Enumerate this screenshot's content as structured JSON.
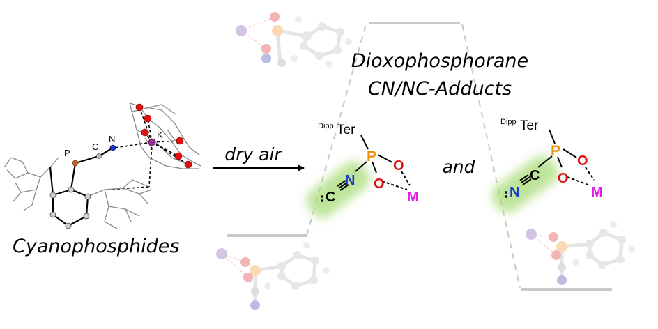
{
  "labels": {
    "left_title": "Cyanophosphides",
    "arrow_label": "dry air",
    "right_title_line1": "Dioxophosphorane",
    "right_title_line2": "CN/NC-Adducts",
    "conjunction": "and"
  },
  "crystal_atoms": {
    "P": "P",
    "C": "C",
    "N": "N",
    "K": "K"
  },
  "adduct_nc": {
    "ter_super": "Dipp",
    "ter": "Ter",
    "P": "P",
    "O1": "O",
    "O2": "O",
    "M": "M",
    "N": "N",
    "C": "C"
  },
  "adduct_cn": {
    "ter_super": "Dipp",
    "ter": "Ter",
    "P": "P",
    "O1": "O",
    "O2": "O",
    "M": "M",
    "C": "C",
    "N": "N"
  },
  "colors": {
    "phosphorus": "#f0900a",
    "oxygen": "#e01010",
    "nitrogen": "#1a3ccc",
    "metal": "#e020e0",
    "highlight": "#a8dc78",
    "potassium_atom": "#9b2c9b",
    "level_line": "#c8c8c8"
  }
}
